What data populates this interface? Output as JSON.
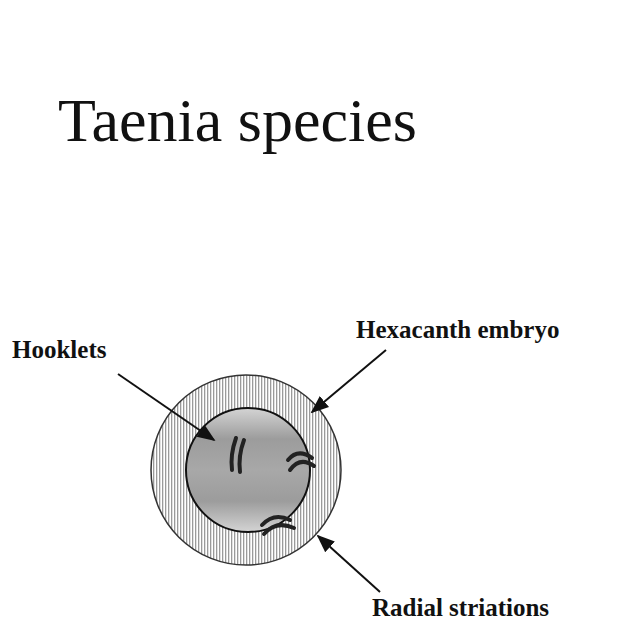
{
  "diagram": {
    "title": "Taenia species",
    "labels": [
      "Hooklets",
      "Hexacanth embryo",
      "Radial striations"
    ]
  }
}
